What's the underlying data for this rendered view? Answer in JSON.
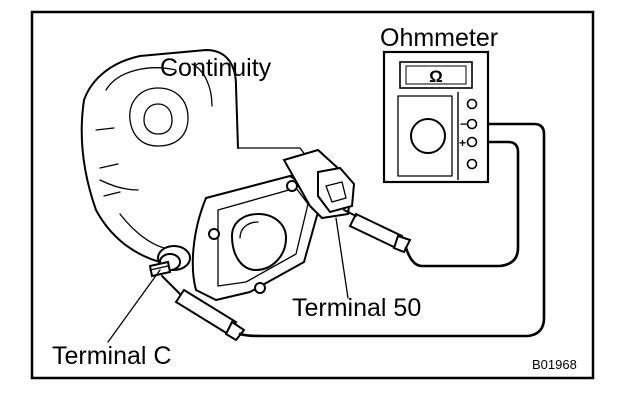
{
  "labels": {
    "ohmmeter": "Ohmmeter",
    "continuity": "Continuity",
    "terminal_50": "Terminal 50",
    "terminal_c": "Terminal C",
    "figure_code": "B01968",
    "meter_symbol": "Ω",
    "minus_sign": "−",
    "plus_sign": "+"
  }
}
